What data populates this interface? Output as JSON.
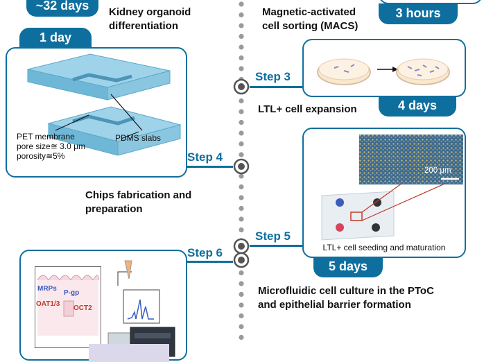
{
  "timeline": {
    "top_left_duration": "~32 days",
    "kidney_step_label": "Kidney organoid\ndifferentiation",
    "macs_label": "Magnetic-activated\ncell sorting (MACS)",
    "macs_duration": "3 hours",
    "step3": {
      "title": "Step 3",
      "label": "LTL+ cell expansion",
      "duration": "4 days"
    },
    "step4": {
      "title": "Step 4",
      "duration": "1 day",
      "label": "Chips fabrication and\npreparation",
      "membrane_text": "PET membrane\npore size≅ 3.0 μm\nporosity≅5%",
      "pdms_text": "PDMS slabs"
    },
    "step5": {
      "title": "Step 5",
      "scale_bar": "200 μm",
      "caption": "LTL+ cell seeding and maturation",
      "duration": "5 days",
      "label": "Microfluidic cell culture in the PToC\nand epithelial barrier formation"
    },
    "step6": {
      "title": "Step 6",
      "transporters": [
        "MRPs",
        "P-gp",
        "OAT1/3",
        "OCT2"
      ]
    }
  },
  "colors": {
    "accent": "#0e6f9e",
    "chip": "#7fc4e0",
    "membrane": "#2f9a3a"
  }
}
